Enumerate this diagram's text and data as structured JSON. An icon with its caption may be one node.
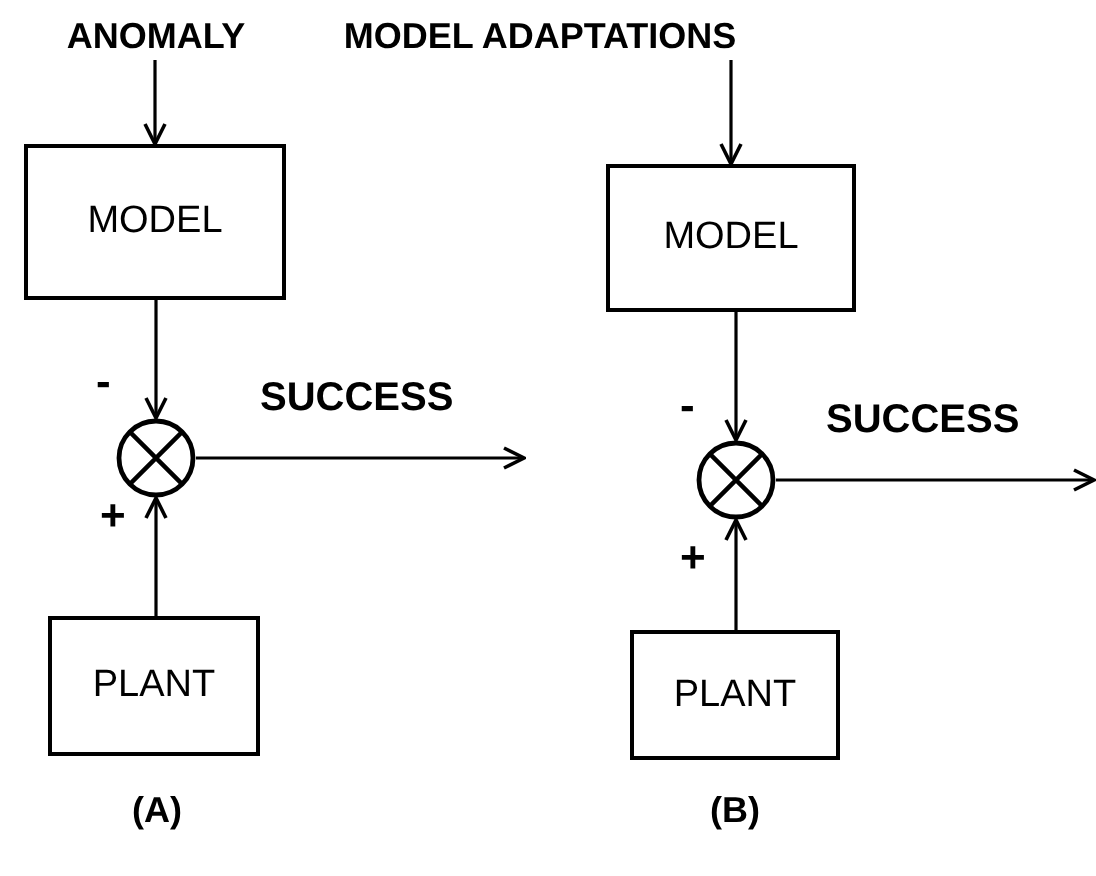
{
  "diagram": {
    "nodes": [
      {
        "text": [
          "ANOMALY"
        ]
      },
      {
        "text": [
          "MODEL"
        ]
      },
      {
        "text": [],
        "shape": "circle"
      },
      {
        "text": [
          "PLANT"
        ]
      },
      {
        "text": [
          "MODEL ADAPTATIONS"
        ]
      },
      {
        "text": [
          "MODEL"
        ]
      },
      {
        "text": [],
        "shape": "circle"
      },
      {
        "text": [
          "PLANT"
        ]
      }
    ],
    "edges": [
      {
        "from": 0,
        "to": 1,
        "arrow": "to"
      },
      {
        "from": 1,
        "to": 2,
        "arrow": "to",
        "label": "-"
      },
      {
        "from": 3,
        "to": 2,
        "arrow": "to",
        "label": "+"
      },
      {
        "from": 2,
        "to": null,
        "arrow": "to",
        "label": "SUCCESS"
      },
      {
        "from": 4,
        "to": 5,
        "arrow": "to"
      },
      {
        "from": 5,
        "to": 6,
        "arrow": "to",
        "label": "-"
      },
      {
        "from": 7,
        "to": 6,
        "arrow": "to",
        "label": "+"
      },
      {
        "from": 6,
        "to": null,
        "arrow": "to",
        "label": "SUCCESS"
      }
    ],
    "labels": [
      "(A)",
      "(B)"
    ]
  }
}
